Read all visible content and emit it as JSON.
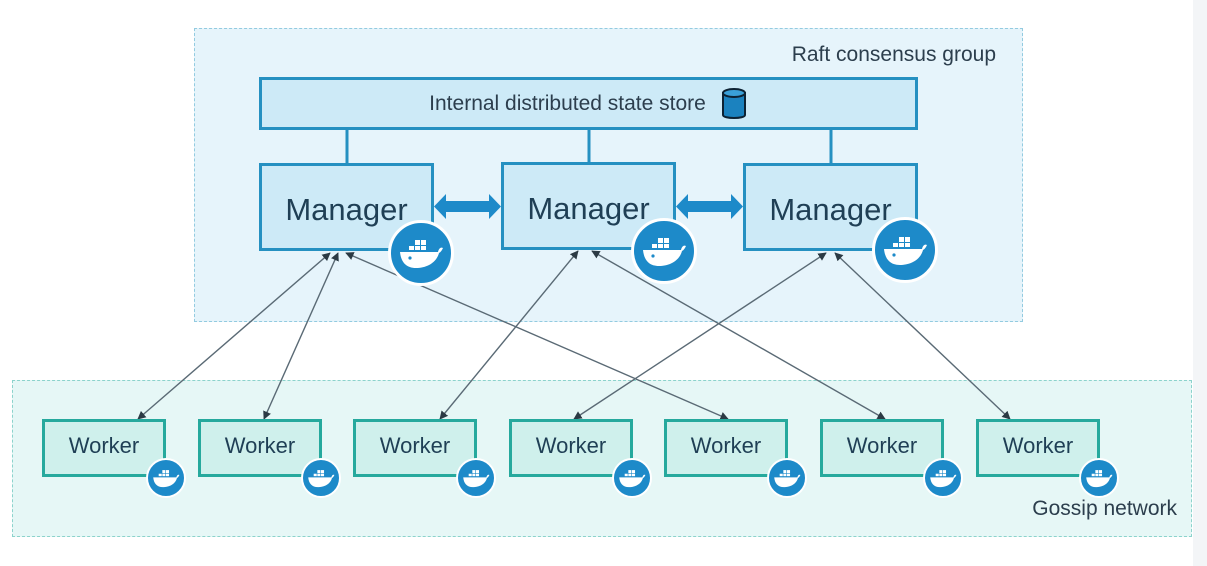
{
  "raft_group": {
    "label": "Raft consensus group"
  },
  "gossip_network": {
    "label": "Gossip network"
  },
  "state_store": {
    "label": "Internal distributed state store",
    "icon": "database-icon"
  },
  "managers": [
    {
      "label": "Manager",
      "icon": "docker-whale-icon"
    },
    {
      "label": "Manager",
      "icon": "docker-whale-icon"
    },
    {
      "label": "Manager",
      "icon": "docker-whale-icon"
    }
  ],
  "workers": [
    {
      "label": "Worker",
      "icon": "docker-whale-icon"
    },
    {
      "label": "Worker",
      "icon": "docker-whale-icon"
    },
    {
      "label": "Worker",
      "icon": "docker-whale-icon"
    },
    {
      "label": "Worker",
      "icon": "docker-whale-icon"
    },
    {
      "label": "Worker",
      "icon": "docker-whale-icon"
    },
    {
      "label": "Worker",
      "icon": "docker-whale-icon"
    },
    {
      "label": "Worker",
      "icon": "docker-whale-icon"
    }
  ],
  "connections": {
    "manager_peers": [
      [
        1,
        2
      ],
      [
        2,
        3
      ]
    ],
    "manager_worker": [
      [
        1,
        1
      ],
      [
        1,
        2
      ],
      [
        1,
        5
      ],
      [
        2,
        3
      ],
      [
        2,
        6
      ],
      [
        3,
        4
      ],
      [
        3,
        7
      ]
    ]
  },
  "colors": {
    "raft_fill": "#e6f4fb",
    "gossip_fill": "#e6f7f6",
    "manager_border": "#2590c1",
    "worker_border": "#26a99d",
    "docker_blue": "#1d8ac9",
    "arrow": "#5a6a75"
  }
}
